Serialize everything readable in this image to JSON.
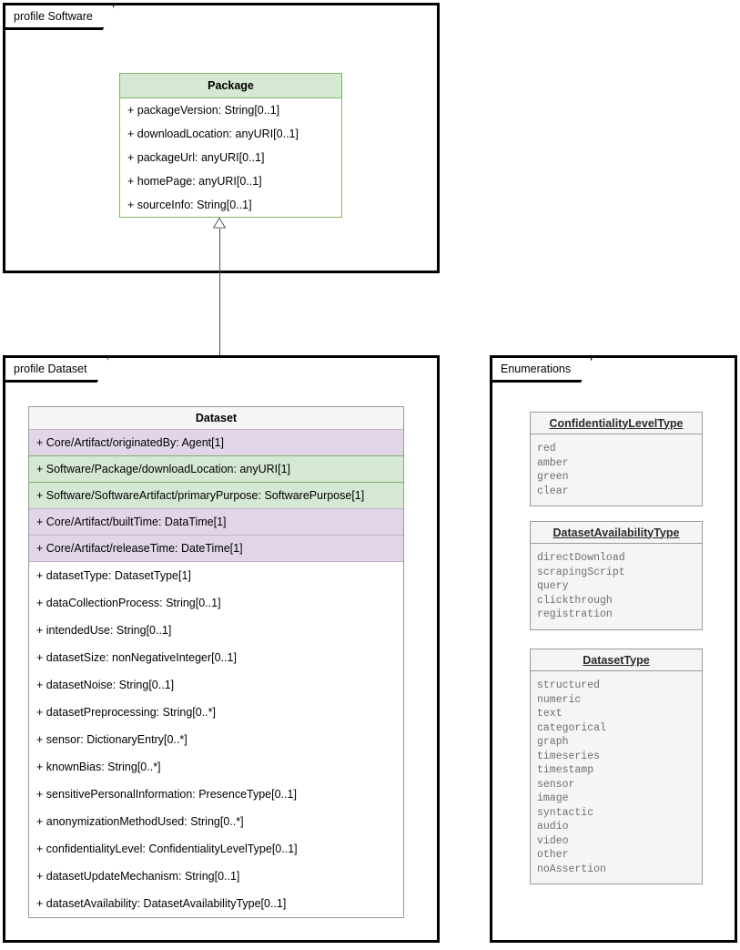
{
  "diagram": {
    "title": "UML profile diagram",
    "colors": {
      "green_fill": "#d5e8d4",
      "green_stroke": "#82b366",
      "purple_fill": "#e1d5e7",
      "purple_stroke": "#c5aed0",
      "grey_fill": "#f5f5f5",
      "grey_stroke": "#9a9a9a",
      "frame_stroke": "#000000"
    }
  },
  "frames": {
    "software": {
      "label": "profile Software"
    },
    "dataset": {
      "label": "profile Dataset"
    },
    "enumerations": {
      "label": "Enumerations"
    }
  },
  "package_class": {
    "name": "Package",
    "attributes": [
      "+ packageVersion: String[0..1]",
      "+ downloadLocation: anyURI[0..1]",
      "+ packageUrl: anyURI[0..1]",
      "+ homePage: anyURI[0..1]",
      "+ sourceInfo: String[0..1]"
    ]
  },
  "dataset_class": {
    "name": "Dataset",
    "attributes": [
      {
        "text": "+ Core/Artifact/originatedBy: Agent[1]",
        "tone": "purple"
      },
      {
        "text": "+ Software/Package/downloadLocation: anyURI[1]",
        "tone": "green"
      },
      {
        "text": "+ Software/SoftwareArtifact/primaryPurpose: SoftwarePurpose[1]",
        "tone": "green"
      },
      {
        "text": "+ Core/Artifact/builtTime: DataTime[1]",
        "tone": "purple"
      },
      {
        "text": "+ Core/Artifact/releaseTime: DateTime[1]",
        "tone": "purple"
      },
      {
        "text": "+ datasetType: DatasetType[1]",
        "tone": "plain"
      },
      {
        "text": "+ dataCollectionProcess: String[0..1]",
        "tone": "plain"
      },
      {
        "text": "+ intendedUse: String[0..1]",
        "tone": "plain"
      },
      {
        "text": "+ datasetSize: nonNegativeInteger[0..1]",
        "tone": "plain"
      },
      {
        "text": "+ datasetNoise: String[0..1]",
        "tone": "plain"
      },
      {
        "text": "+ datasetPreprocessing: String[0..*]",
        "tone": "plain"
      },
      {
        "text": "+ sensor: DictionaryEntry[0..*]",
        "tone": "plain"
      },
      {
        "text": "+ knownBias: String[0..*]",
        "tone": "plain"
      },
      {
        "text": "+ sensitivePersonalInformation: PresenceType[0..1]",
        "tone": "plain"
      },
      {
        "text": "+ anonymizationMethodUsed: String[0..*]",
        "tone": "plain"
      },
      {
        "text": "+ confidentialityLevel: ConfidentialityLevelType[0..1]",
        "tone": "plain"
      },
      {
        "text": "+ datasetUpdateMechanism: String[0..1]",
        "tone": "plain"
      },
      {
        "text": "+ datasetAvailability: DatasetAvailabilityType[0..1]",
        "tone": "plain"
      }
    ]
  },
  "enumerations": [
    {
      "name": "ConfidentialityLevelType",
      "values": [
        "red",
        "amber",
        "green",
        "clear"
      ]
    },
    {
      "name": "DatasetAvailabilityType",
      "values": [
        "directDownload",
        "scrapingScript",
        "query",
        "clickthrough",
        "registration"
      ]
    },
    {
      "name": "DatasetType",
      "values": [
        "structured",
        "numeric",
        "text",
        "categorical",
        "graph",
        "timeseries",
        "timestamp",
        "sensor",
        "image",
        "syntactic",
        "audio",
        "video",
        "other",
        "noAssertion"
      ]
    }
  ],
  "relationship": {
    "kind": "generalization",
    "from": "Dataset",
    "to": "Package",
    "arrow_icon": "hollow-triangle-arrow-icon"
  }
}
